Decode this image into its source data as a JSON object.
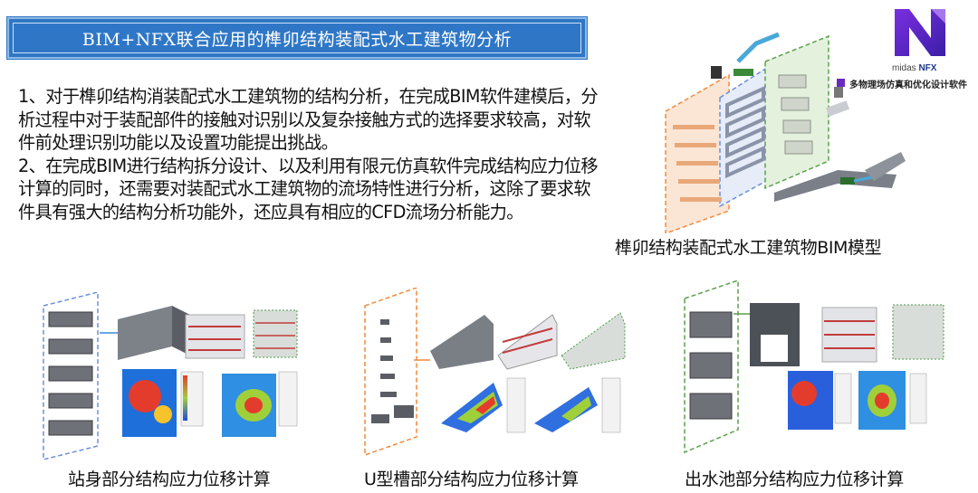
{
  "header": {
    "title": "BIM+NFX联合应用的榫卯结构装配式水工建筑物分析"
  },
  "brand": {
    "logo_letter": "N",
    "product_prefix": "midas ",
    "product_name": "NFX",
    "tagline": "多物理场仿真和优化设计软件",
    "accent": "#5b2bd1"
  },
  "body": {
    "paragraphs": [
      "1、对于榫卯结构消装配式水工建筑物的结构分析，在完成BIM软件建模后，分析过程中对于装配部件的接触对识别以及复杂接触方式的选择要求较高，对软件前处理识别功能以及设置功能提出挑战。",
      "2、在完成BIM进行结构拆分设计、以及利用有限元仿真软件完成结构应力位移计算的同时，还需要对装配式水工建筑物的流场特性进行分析，这除了要求软件具有强大的结构分析功能外，还应具有相应的CFD流场分析能力。"
    ]
  },
  "figures": {
    "bim_model_caption": "榫卯结构装配式水工建筑物BIM模型",
    "station_caption": "站身部分结构应力位移计算",
    "utrough_caption": "U型槽部分结构应力位移计算",
    "outlet_caption": "出水池部分结构应力位移计算"
  },
  "colors": {
    "title_bg": "#2f77c6",
    "orange_dashed": "#f08a3c",
    "blue_dashed": "#6b8fd8",
    "green_dashed": "#5aa14a"
  }
}
